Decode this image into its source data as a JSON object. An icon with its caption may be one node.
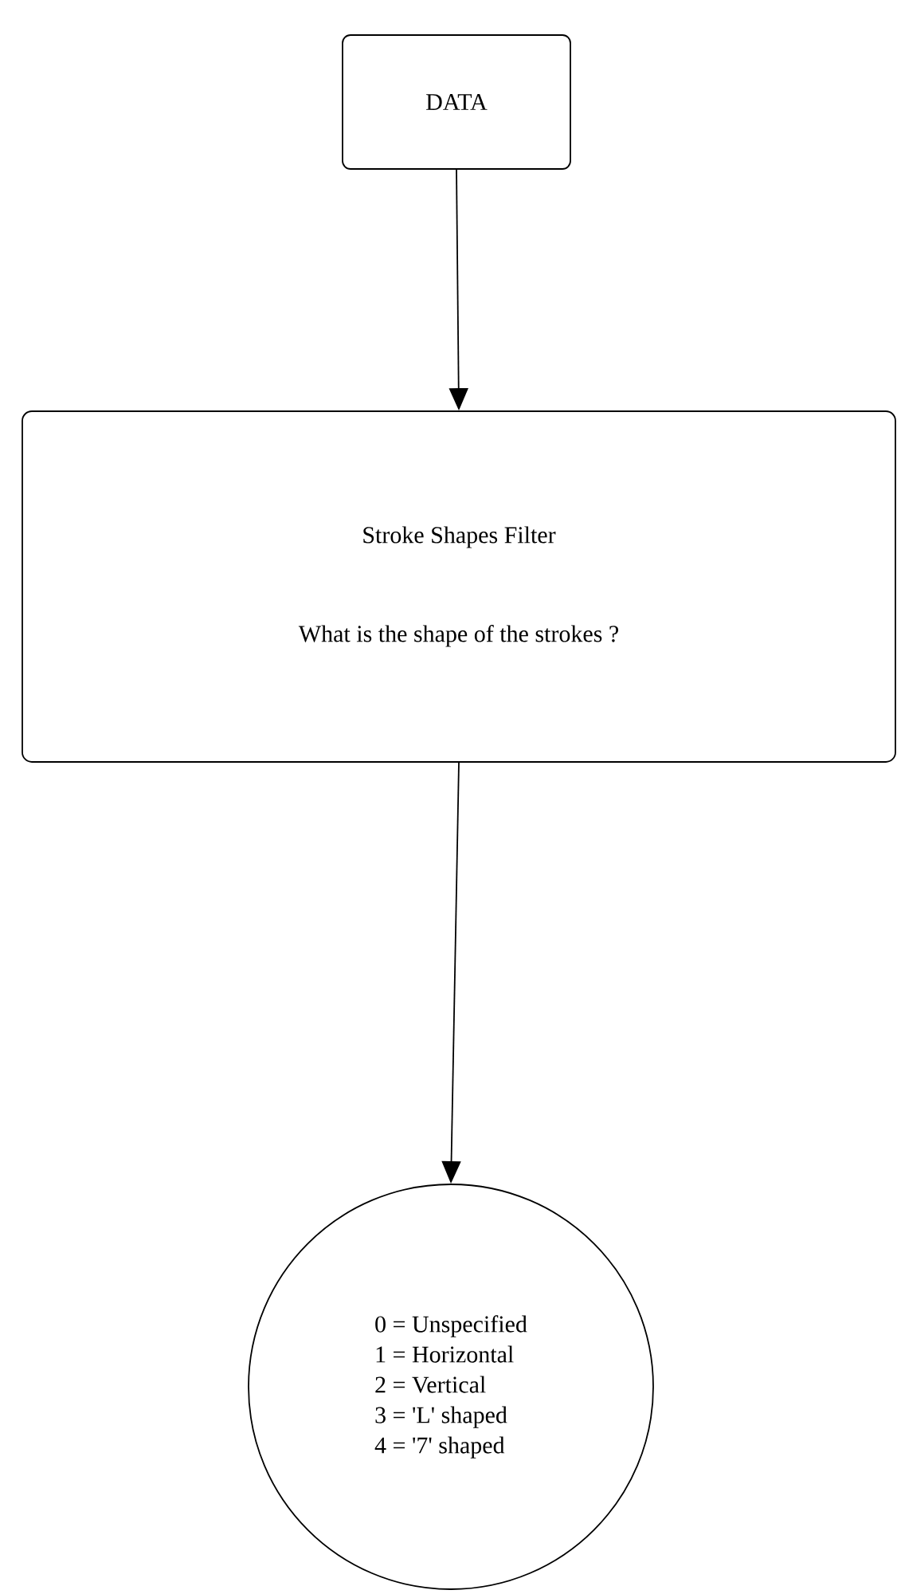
{
  "diagram": {
    "nodes": [
      {
        "text": [
          "DATA"
        ]
      },
      {
        "text": [
          "Stroke Shapes Filter",
          "What is the shape of the strokes ?"
        ]
      },
      {
        "text": [
          "0 = Unspecified",
          "1 = Horizontal",
          "2 = Vertical",
          "3 = 'L' shaped",
          "4 = '7' shaped"
        ]
      }
    ],
    "edges": [
      {
        "from": 0,
        "to": 1,
        "arrow": "to"
      },
      {
        "from": 1,
        "to": 2,
        "arrow": "to"
      }
    ]
  }
}
